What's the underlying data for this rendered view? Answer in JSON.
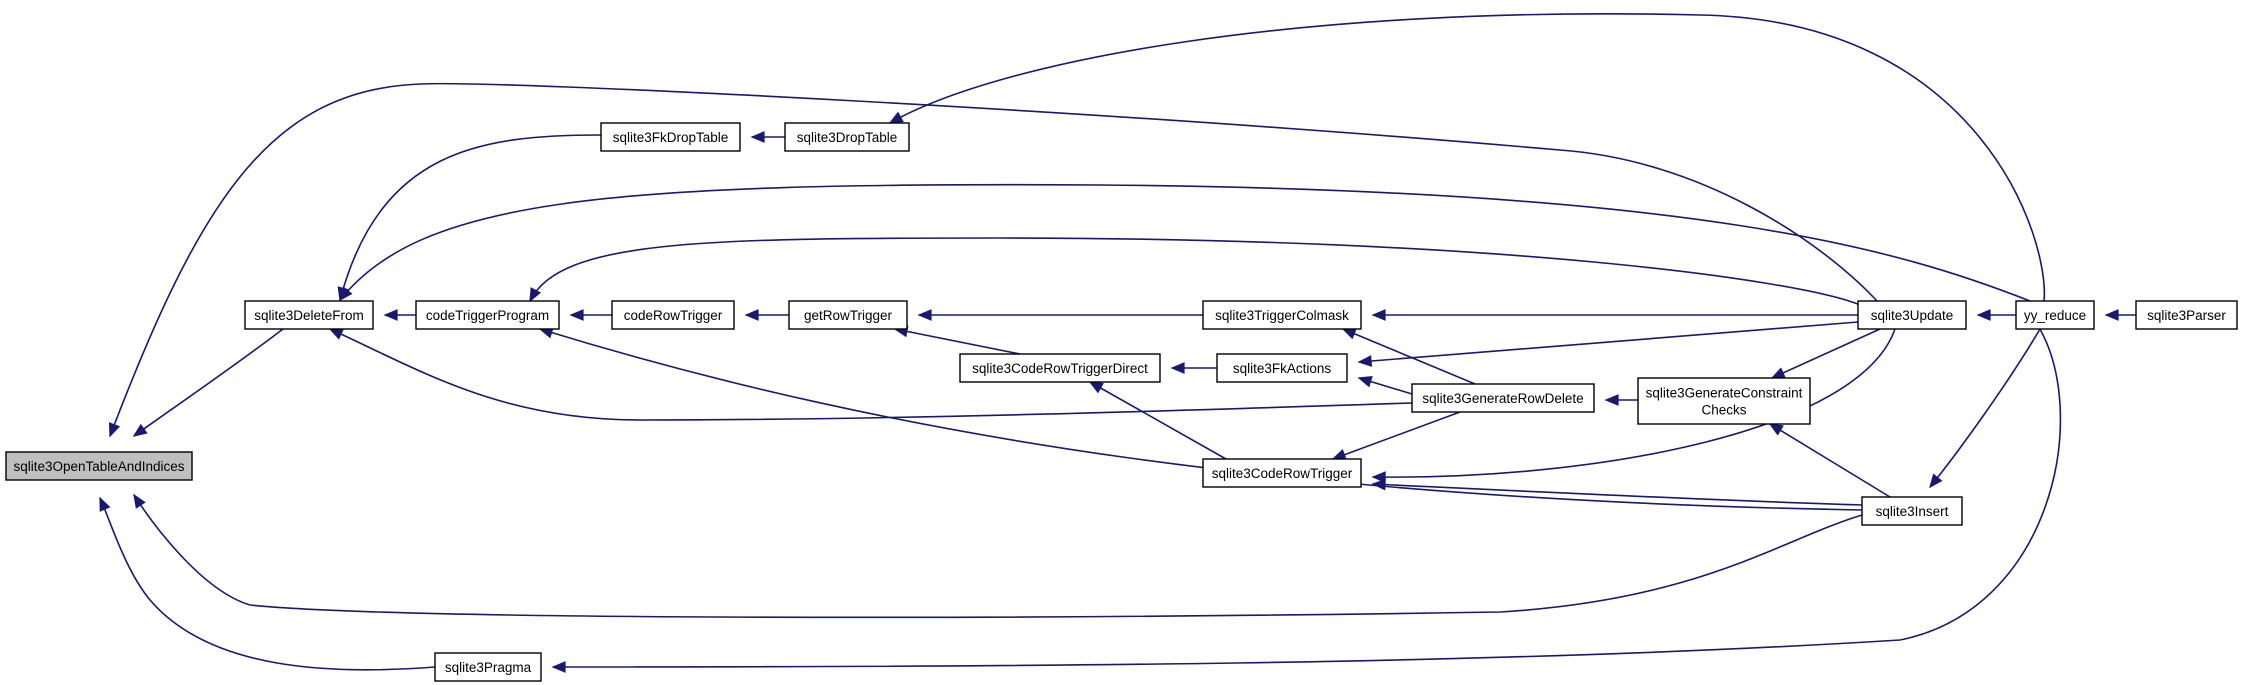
{
  "diagram": {
    "colors": {
      "edge": "#191970",
      "root_fill": "#bfbfbf",
      "node_fill": "#ffffff",
      "node_border": "#000000"
    },
    "nodes": [
      {
        "id": "openTable",
        "lines": [
          "sqlite3OpenTableAndIndices"
        ],
        "root": true
      },
      {
        "id": "deleteFrom",
        "lines": [
          "sqlite3DeleteFrom"
        ]
      },
      {
        "id": "pragma",
        "lines": [
          "sqlite3Pragma"
        ]
      },
      {
        "id": "fkDropTable",
        "lines": [
          "sqlite3FkDropTable"
        ]
      },
      {
        "id": "codeTriggerProgram",
        "lines": [
          "codeTriggerProgram"
        ]
      },
      {
        "id": "dropTable",
        "lines": [
          "sqlite3DropTable"
        ]
      },
      {
        "id": "codeRowTrigger",
        "lines": [
          "codeRowTrigger"
        ]
      },
      {
        "id": "getRowTrigger",
        "lines": [
          "getRowTrigger"
        ]
      },
      {
        "id": "codeRowTriggerDirect",
        "lines": [
          "sqlite3CodeRowTriggerDirect"
        ]
      },
      {
        "id": "triggerColmask",
        "lines": [
          "sqlite3TriggerColmask"
        ]
      },
      {
        "id": "fkActions",
        "lines": [
          "sqlite3FkActions"
        ]
      },
      {
        "id": "sqlCodeRowTrigger",
        "lines": [
          "sqlite3CodeRowTrigger"
        ]
      },
      {
        "id": "generateRowDelete",
        "lines": [
          "sqlite3GenerateRowDelete"
        ]
      },
      {
        "id": "generateConstraint",
        "lines": [
          "sqlite3GenerateConstraint",
          "Checks"
        ]
      },
      {
        "id": "update",
        "lines": [
          "sqlite3Update"
        ]
      },
      {
        "id": "insert",
        "lines": [
          "sqlite3Insert"
        ]
      },
      {
        "id": "yyReduce",
        "lines": [
          "yy_reduce"
        ]
      },
      {
        "id": "parser",
        "lines": [
          "sqlite3Parser"
        ]
      }
    ],
    "edges": [
      {
        "from": "deleteFrom",
        "to": "openTable"
      },
      {
        "from": "pragma",
        "to": "openTable"
      },
      {
        "from": "update",
        "to": "openTable"
      },
      {
        "from": "insert",
        "to": "openTable"
      },
      {
        "from": "fkDropTable",
        "to": "deleteFrom"
      },
      {
        "from": "codeTriggerProgram",
        "to": "deleteFrom"
      },
      {
        "from": "yyReduce",
        "to": "deleteFrom"
      },
      {
        "from": "generateRowDelete",
        "to": "deleteFrom"
      },
      {
        "from": "dropTable",
        "to": "fkDropTable"
      },
      {
        "from": "yyReduce",
        "to": "dropTable"
      },
      {
        "from": "codeRowTrigger",
        "to": "codeTriggerProgram"
      },
      {
        "from": "getRowTrigger",
        "to": "codeRowTrigger"
      },
      {
        "from": "triggerColmask",
        "to": "getRowTrigger"
      },
      {
        "from": "codeRowTriggerDirect",
        "to": "getRowTrigger"
      },
      {
        "from": "fkActions",
        "to": "codeRowTriggerDirect"
      },
      {
        "from": "sqlCodeRowTrigger",
        "to": "codeRowTriggerDirect"
      },
      {
        "from": "update",
        "to": "triggerColmask"
      },
      {
        "from": "generateRowDelete",
        "to": "triggerColmask"
      },
      {
        "from": "update",
        "to": "fkActions"
      },
      {
        "from": "generateRowDelete",
        "to": "fkActions"
      },
      {
        "from": "generateRowDelete",
        "to": "sqlCodeRowTrigger"
      },
      {
        "from": "update",
        "to": "sqlCodeRowTrigger"
      },
      {
        "from": "insert",
        "to": "sqlCodeRowTrigger"
      },
      {
        "from": "generateConstraint",
        "to": "generateRowDelete"
      },
      {
        "from": "update",
        "to": "generateConstraint"
      },
      {
        "from": "insert",
        "to": "generateConstraint"
      },
      {
        "from": "yyReduce",
        "to": "update"
      },
      {
        "from": "yyReduce",
        "to": "insert"
      },
      {
        "from": "parser",
        "to": "yyReduce"
      },
      {
        "from": "update",
        "to": "codeTriggerProgram"
      },
      {
        "from": "insert",
        "to": "codeTriggerProgram"
      },
      {
        "from": "yyReduce",
        "to": "pragma"
      }
    ]
  }
}
